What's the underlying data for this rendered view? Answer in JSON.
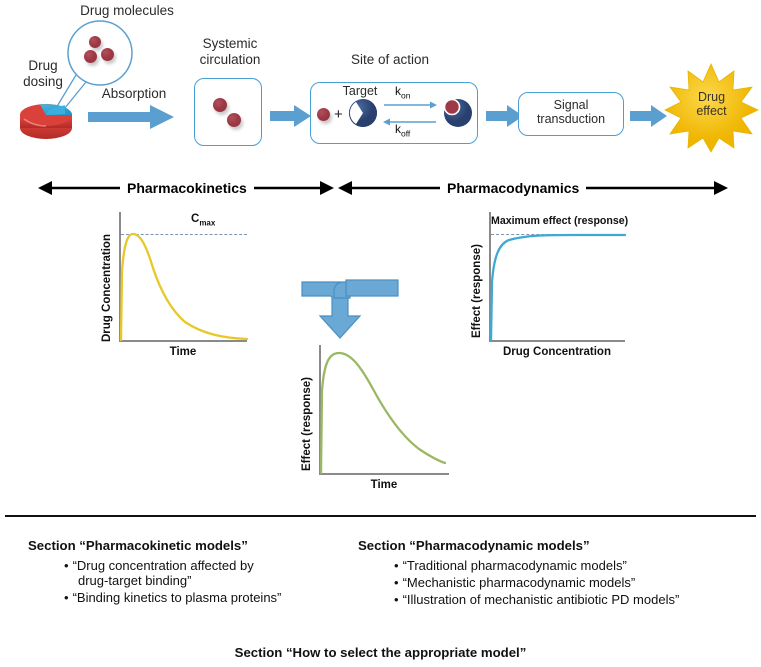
{
  "flow": {
    "drug_dosing_label": "Drug\ndosing",
    "drug_dosing_line1": "Drug",
    "drug_dosing_line2": "dosing",
    "drug_molecules_label": "Drug molecules",
    "absorption_label": "Absorption",
    "systemic_line1": "Systemic",
    "systemic_line2": "circulation",
    "site_of_action_label": "Site of action",
    "target_label": "Target",
    "plus_sign": "+",
    "k_on": "k",
    "k_on_sub": "on",
    "k_off": "k",
    "k_off_sub": "off",
    "signal_line1": "Signal",
    "signal_line2": "transduction",
    "drug_effect_line1": "Drug",
    "drug_effect_line2": "effect"
  },
  "divider": {
    "pk_label": "Pharmacokinetics",
    "pd_label": "Pharmacodynamics"
  },
  "chart_data": [
    {
      "type": "line",
      "name": "pk-concentration-time",
      "title": "",
      "xlabel": "Time",
      "ylabel": "Drug Concentration",
      "annotation": "C",
      "annotation_sub": "max",
      "color": "#e8c829",
      "grid": false,
      "x": [
        0,
        0.02,
        0.06,
        0.1,
        0.14,
        0.2,
        0.28,
        0.38,
        0.5,
        0.62,
        0.74,
        0.86,
        1.0
      ],
      "y": [
        0,
        0.55,
        0.92,
        1.0,
        0.95,
        0.8,
        0.62,
        0.46,
        0.32,
        0.22,
        0.15,
        0.1,
        0.07
      ],
      "cmax_level": 1.0
    },
    {
      "type": "line",
      "name": "pd-emax-concentration-response",
      "title": "",
      "xlabel": "Drug Concentration",
      "ylabel": "Effect (response)",
      "annotation": "Maximum effect (response)",
      "color": "#3fa9d4",
      "grid": false,
      "x": [
        0,
        0.02,
        0.05,
        0.09,
        0.14,
        0.22,
        0.34,
        0.5,
        0.68,
        0.84,
        1.0
      ],
      "y": [
        0,
        0.4,
        0.62,
        0.76,
        0.84,
        0.9,
        0.94,
        0.965,
        0.98,
        0.99,
        1.0
      ],
      "emax_level": 1.0
    },
    {
      "type": "line",
      "name": "pd-effect-time",
      "title": "",
      "xlabel": "Time",
      "ylabel": "Effect (response)",
      "color": "#9ab864",
      "grid": false,
      "x": [
        0,
        0.02,
        0.06,
        0.12,
        0.2,
        0.3,
        0.42,
        0.55,
        0.68,
        0.8,
        0.92,
        1.0
      ],
      "y": [
        0,
        0.72,
        0.96,
        1.0,
        0.96,
        0.88,
        0.76,
        0.62,
        0.47,
        0.33,
        0.21,
        0.15
      ]
    }
  ],
  "sections": {
    "pk": {
      "heading": "Section “Pharmacokinetic models”",
      "bullets": [
        "“Drug concentration affected by",
        "drug-target binding”",
        "“Binding kinetics to plasma proteins”"
      ]
    },
    "pd": {
      "heading": "Section “Pharmacodynamic models”",
      "bullets": [
        "“Traditional pharmacodynamic models”",
        "“Mechanistic pharmacodynamic models”",
        "“Illustration of mechanistic antibiotic PD models”"
      ]
    },
    "footer_heading": "Section “How to select the appropriate model”"
  },
  "colors": {
    "arrow_blue": "#5b9fd0",
    "box_border": "#4a9fd4",
    "molecule_red": "#9e3a46",
    "target_navy": "#2e4a7d",
    "pk_curve": "#e8c829",
    "pd_curve": "#3fa9d4",
    "effect_curve": "#9ab864",
    "starburst": "#f0bc1e"
  }
}
